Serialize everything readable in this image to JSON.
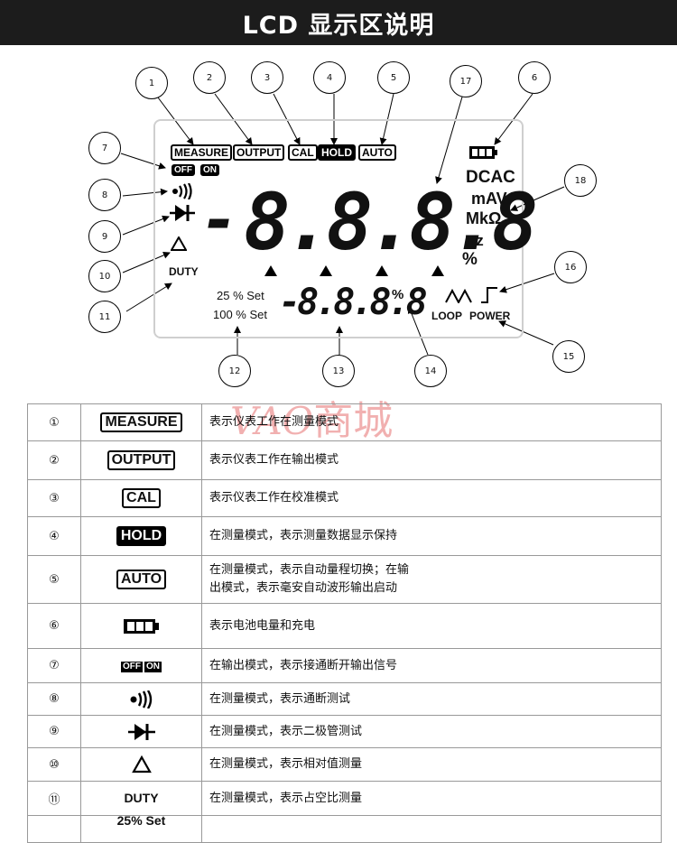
{
  "title": "LCD 显示区说明",
  "lcd": {
    "measure": "MEASURE",
    "output": "OUTPUT",
    "cal": "CAL",
    "hold": "HOLD",
    "auto": "AUTO",
    "off": "OFF",
    "on": "ON",
    "duty": "DUTY",
    "main_minus": "-",
    "main_digits": "8.8.8.8",
    "units": [
      "DCAC",
      "mAV",
      "MkΩ",
      "Hz",
      "%"
    ],
    "pct_25": "25 % Set",
    "pct_100": "100 % Set",
    "sub_digits": "-8.8.8.8",
    "sub_pct": "%",
    "loop": "LOOP",
    "power": "POWER"
  },
  "callouts": [
    "1",
    "2",
    "3",
    "4",
    "5",
    "6",
    "7",
    "8",
    "9",
    "10",
    "11",
    "12",
    "13",
    "14",
    "15",
    "16",
    "17",
    "18"
  ],
  "watermark": {
    "latin": "VAO",
    "cjk": "商城"
  },
  "rows": [
    {
      "num": "①",
      "symbol": "MEASURE",
      "desc": [
        "表示仪表工作在测量模式"
      ]
    },
    {
      "num": "②",
      "symbol": "OUTPUT",
      "desc": [
        "表示仪表工作在输出模式"
      ]
    },
    {
      "num": "③",
      "symbol": "CAL",
      "desc": [
        "表示仪表工作在校准模式"
      ]
    },
    {
      "num": "④",
      "symbol": "HOLD",
      "desc": [
        "在测量模式，表示测量数据显示保持"
      ]
    },
    {
      "num": "⑤",
      "symbol": "AUTO",
      "desc": [
        "在测量模式，表示自动量程切换；在输",
        "出模式，表示毫安自动波形输出启动"
      ]
    },
    {
      "num": "⑥",
      "symbol": "",
      "desc": [
        "表示电池电量和充电"
      ]
    },
    {
      "num": "⑦",
      "symbol": "OFF ON",
      "desc": [
        "在输出模式，表示接通断开输出信号"
      ]
    },
    {
      "num": "⑧",
      "symbol": "",
      "desc": [
        "在测量模式，表示通断测试"
      ]
    },
    {
      "num": "⑨",
      "symbol": "",
      "desc": [
        "在测量模式，表示二极管测试"
      ]
    },
    {
      "num": "⑩",
      "symbol": "",
      "desc": [
        "在测量模式，表示相对值测量"
      ]
    },
    {
      "num": "⑪",
      "symbol": "DUTY",
      "desc": [
        "在测量模式，表示占空比测量"
      ]
    },
    {
      "num": "",
      "symbol": "25% Set",
      "desc": [
        ""
      ]
    }
  ]
}
